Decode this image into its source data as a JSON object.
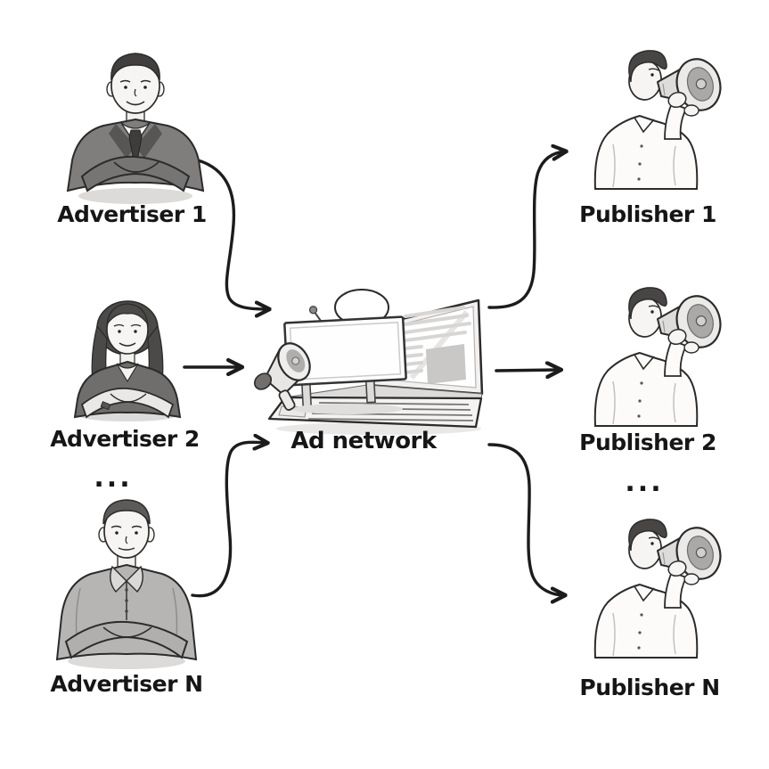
{
  "diagram": {
    "background_color": "#ffffff",
    "ink_color": "#1c1c1c",
    "nodes": {
      "advertisers": [
        {
          "label": "Advertiser 1"
        },
        {
          "label": "Advertiser 2"
        },
        {
          "label": "Advertiser N"
        }
      ],
      "ad_network": {
        "label": "Ad network"
      },
      "publishers": [
        {
          "label": "Publisher 1"
        },
        {
          "label": "Publisher 2"
        },
        {
          "label": "Publisher N"
        }
      ]
    },
    "ellipsis": {
      "advertisers": "...",
      "publishers": "..."
    },
    "edges": [
      {
        "from": "Advertiser 1",
        "to": "Ad network"
      },
      {
        "from": "Advertiser 2",
        "to": "Ad network"
      },
      {
        "from": "Advertiser N",
        "to": "Ad network"
      },
      {
        "from": "Ad network",
        "to": "Publisher 1"
      },
      {
        "from": "Ad network",
        "to": "Publisher 2"
      },
      {
        "from": "Ad network",
        "to": "Publisher N"
      }
    ],
    "icons": {
      "advertiser_1": "businessman-arms-crossed-icon",
      "advertiser_2": "businesswoman-arms-crossed-icon",
      "advertiser_n": "casual-man-arms-crossed-icon",
      "ad_network": "laptop-billboard-megaphone-icon",
      "publisher": "man-speaking-megaphone-icon"
    }
  }
}
